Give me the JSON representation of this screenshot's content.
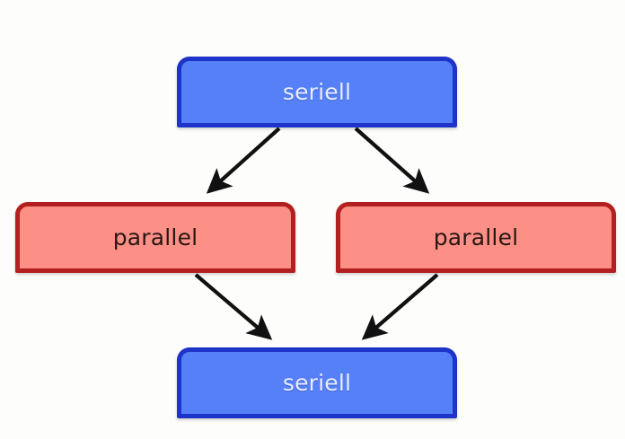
{
  "diagram": {
    "title": "seriell-parallel-seriell flow diagram",
    "background_color": "#fdfdfc",
    "nodes": [
      {
        "id": "serial-top",
        "label": "seriell",
        "kind": "serial",
        "fill": "#5580f8",
        "stroke": "#1e33c8",
        "text_color": "#e9eeff"
      },
      {
        "id": "parallel-left",
        "label": "parallel",
        "kind": "parallel",
        "fill": "#fc9086",
        "stroke": "#b42020",
        "text_color": "#271612"
      },
      {
        "id": "parallel-right",
        "label": "parallel",
        "kind": "parallel",
        "fill": "#fc9086",
        "stroke": "#b42020",
        "text_color": "#271612"
      },
      {
        "id": "serial-bottom",
        "label": "seriell",
        "kind": "serial",
        "fill": "#5580f8",
        "stroke": "#1e33c8",
        "text_color": "#e9eeff"
      }
    ],
    "edges": [
      {
        "id": "edge-top-to-left",
        "from": "serial-top",
        "to": "parallel-left",
        "color": "#111111"
      },
      {
        "id": "edge-top-to-right",
        "from": "serial-top",
        "to": "parallel-right",
        "color": "#111111"
      },
      {
        "id": "edge-left-to-bottom",
        "from": "parallel-left",
        "to": "serial-bottom",
        "color": "#111111"
      },
      {
        "id": "edge-right-to-bottom",
        "from": "parallel-right",
        "to": "serial-bottom",
        "color": "#111111"
      }
    ]
  }
}
